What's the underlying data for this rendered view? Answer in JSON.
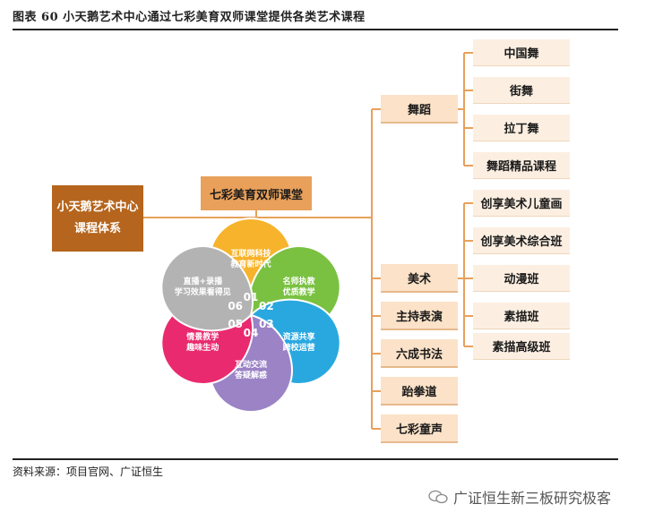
{
  "header": {
    "title": "图表 60 小天鹅艺术中心通过七彩美育双师课堂提供各类艺术课程"
  },
  "root": {
    "line1": "小天鹅艺术中心",
    "line2": "课程体系"
  },
  "center": {
    "label": "七彩美育双师课堂"
  },
  "categories": [
    {
      "label": "舞蹈",
      "children": [
        "中国舞",
        "街舞",
        "拉丁舞",
        "舞蹈精品课程"
      ]
    },
    {
      "label": "美术",
      "children": [
        "创享美术儿童画",
        "创享美术综合班",
        "动漫班",
        "素描班",
        "素描高级班"
      ]
    },
    {
      "label": "主持表演",
      "children": []
    },
    {
      "label": "六成书法",
      "children": []
    },
    {
      "label": "跆拳道",
      "children": []
    },
    {
      "label": "七彩童声",
      "children": []
    }
  ],
  "petals": [
    {
      "num": "01",
      "title1": "互联网科技",
      "title2": "教育新时代",
      "color": "#f7b32b"
    },
    {
      "num": "02",
      "title1": "名师执教",
      "title2": "优质教学",
      "color": "#7ac142"
    },
    {
      "num": "03",
      "title1": "资源共享",
      "title2": "跨校运营",
      "color": "#29a8e0"
    },
    {
      "num": "04",
      "title1": "互动交流",
      "title2": "答疑解惑",
      "color": "#9b83c6"
    },
    {
      "num": "05",
      "title1": "情景教学",
      "title2": "趣味生动",
      "color": "#ea2a6e"
    },
    {
      "num": "06",
      "title1": "直播+录播",
      "title2": "学习效果看得见",
      "color": "#b3b3b3"
    }
  ],
  "colors": {
    "connector": "#e8a05a",
    "root": "#b5651d",
    "center": "#e8a05a"
  },
  "footer": {
    "source": "资料来源：项目官网、广证恒生",
    "watermark": "广证恒生新三板研究极客"
  }
}
